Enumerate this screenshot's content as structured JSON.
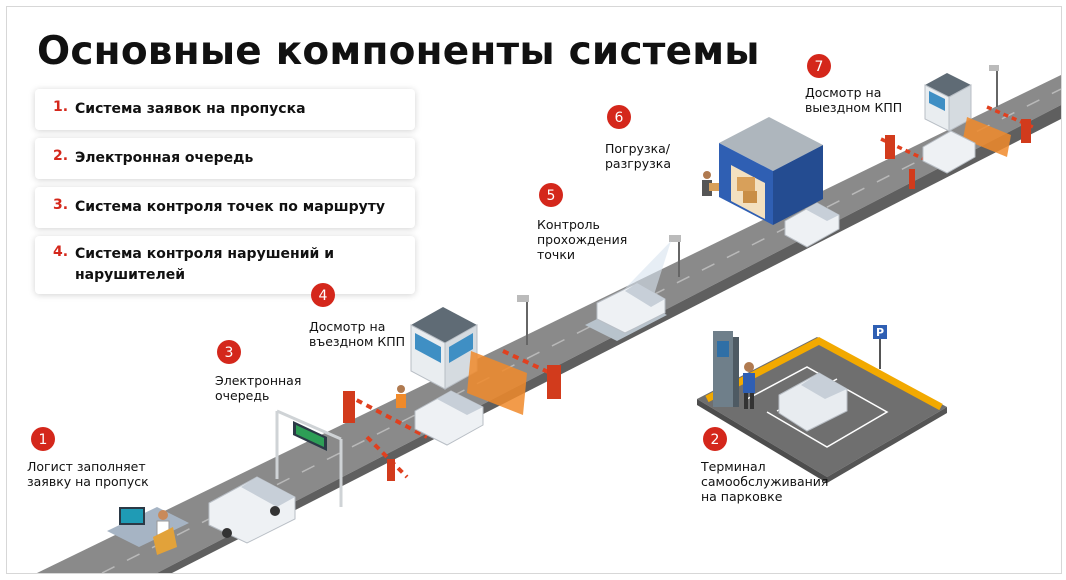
{
  "title": "Основные компоненты системы",
  "components": [
    {
      "num": "1.",
      "text": "Система заявок на пропуска"
    },
    {
      "num": "2.",
      "text": "Электронная очередь"
    },
    {
      "num": "3.",
      "text": "Система контроля точек по маршруту"
    },
    {
      "num": "4.",
      "text": "Система контроля нарушений и нарушителей"
    }
  ],
  "steps": [
    {
      "num": "1",
      "lines": [
        "Логист заполняет",
        "заявку на пропуск"
      ]
    },
    {
      "num": "2",
      "lines": [
        "Терминал",
        "самообслуживания",
        "на парковке"
      ]
    },
    {
      "num": "3",
      "lines": [
        "Электронная",
        "очередь"
      ]
    },
    {
      "num": "4",
      "lines": [
        "Досмотр на",
        "въездном КПП"
      ]
    },
    {
      "num": "5",
      "lines": [
        "Контроль",
        "прохождения",
        "точки"
      ]
    },
    {
      "num": "6",
      "lines": [
        "Погрузка/",
        "разгрузка"
      ]
    },
    {
      "num": "7",
      "lines": [
        "Досмотр на",
        "выездном КПП"
      ]
    }
  ],
  "parking_sign": "P",
  "colors": {
    "accent": "#d4271b",
    "road": "#7e7e7e",
    "road_edge": "#5f5f5f",
    "warehouse": "#2f5fb3",
    "parking": "#f2a900"
  }
}
